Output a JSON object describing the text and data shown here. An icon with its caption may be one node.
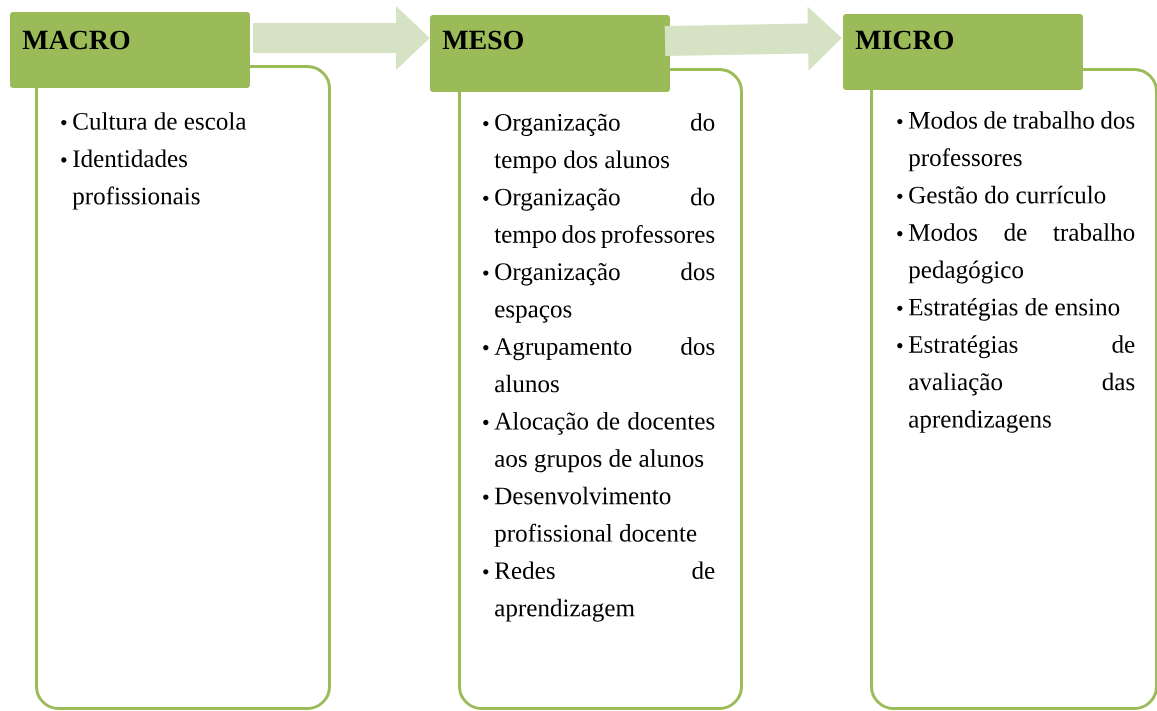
{
  "diagram": {
    "nodes": [
      {
        "text": [
          "MACRO",
          "Cultura de escola",
          "Identidades profissionais"
        ]
      },
      {
        "text": [
          "MESO",
          "Organização do tempo dos alunos",
          "Organização do tempo dos professores",
          "Organização dos espaços",
          "Agrupamento dos alunos",
          "Alocação de docentes aos grupos de alunos",
          "Desenvolvimento profissional docente",
          "Redes de aprendizagem"
        ]
      },
      {
        "text": [
          "MICRO",
          "Modos de trabalho dos professores",
          "Gestão do currículo",
          "Modos de trabalho pedagógico",
          "Estratégias de ensino",
          "Estratégias de avaliação das aprendizagens"
        ]
      }
    ],
    "edges": [
      {
        "from": 0,
        "to": 1,
        "arrow": "to"
      },
      {
        "from": 1,
        "to": 2,
        "arrow": "to"
      }
    ]
  }
}
